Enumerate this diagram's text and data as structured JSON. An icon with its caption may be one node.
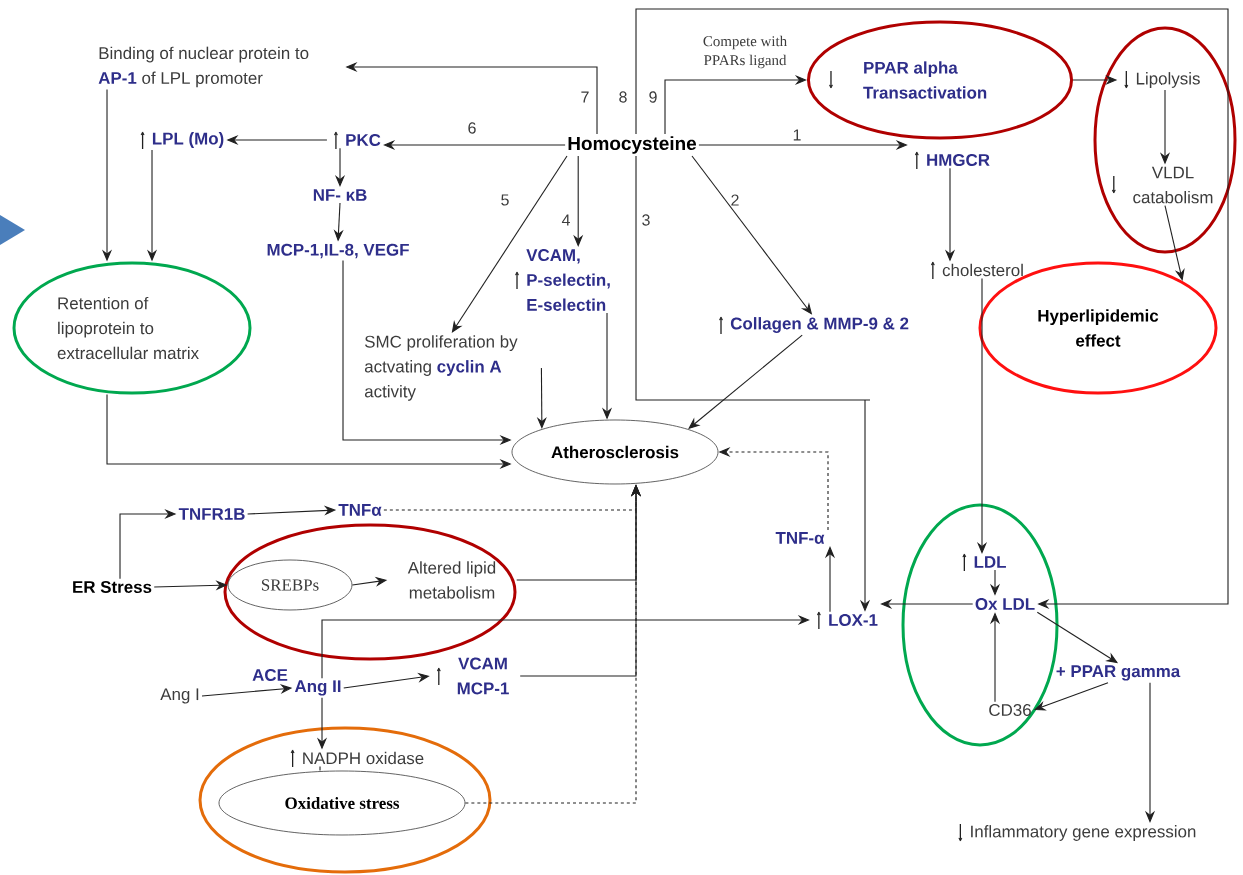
{
  "diagram": {
    "nodes": [
      {
        "text": [
          "Binding of nuclear protein to **AP-1** of LPL promoter"
        ]
      },
      {
        "text": [
          "LPL (Mo)"
        ]
      },
      {
        "text": [
          "PKC"
        ]
      },
      {
        "text": [
          "Homocysteine"
        ]
      },
      {
        "text": [
          "PPAR alpha Transactivation"
        ]
      },
      {
        "text": [],
        "shape": "ellipse"
      },
      {
        "text": [
          "Lipolysis"
        ],
        "in": 5
      },
      {
        "text": [
          "VLDL catabolism"
        ],
        "in": 5
      },
      {
        "text": [
          "HMGCR"
        ]
      },
      {
        "text": [
          "NF- κB"
        ]
      },
      {
        "text": [
          "MCP-1,IL-8, VEGF"
        ]
      },
      {
        "text": [
          "VCAM, P-selectin, E-selectin"
        ]
      },
      {
        "text": [
          "Collagen & MMP-9 & 2"
        ]
      },
      {
        "text": [
          "cholesterol"
        ]
      },
      {
        "text": [
          "Retention of lipoprotein to extracellular matrix"
        ]
      },
      {
        "text": [
          "SMC proliferation by actvating **cyclin A** activity"
        ]
      },
      {
        "text": [
          "Hyperlipidemic effect"
        ]
      },
      {
        "text": [
          "Atherosclerosis"
        ]
      },
      {
        "text": [
          "TNFR1B"
        ]
      },
      {
        "text": [
          "TNFα"
        ]
      },
      {
        "text": [
          "TNF-α"
        ]
      },
      {
        "text": [
          "ER Stress"
        ]
      },
      {
        "text": [],
        "shape": "ellipse"
      },
      {
        "text": [
          "SREBPs"
        ],
        "in": 22
      },
      {
        "text": [
          "Altered lipid metabolism"
        ],
        "in": 22
      },
      {
        "text": [
          "LOX-1"
        ]
      },
      {
        "text": [],
        "shape": "ellipse"
      },
      {
        "text": [
          "LDL"
        ],
        "in": 26
      },
      {
        "text": [
          "Ox LDL"
        ],
        "in": 26
      },
      {
        "text": [
          "CD36"
        ],
        "in": 26
      },
      {
        "text": [
          "+ PPAR gamma"
        ]
      },
      {
        "text": [
          "Ang I"
        ]
      },
      {
        "text": [
          "Ang II"
        ]
      },
      {
        "text": [
          "VCAM MCP-1"
        ]
      },
      {
        "text": [],
        "shape": "ellipse"
      },
      {
        "text": [
          "NADPH oxidase"
        ],
        "in": 34
      },
      {
        "text": [
          "Oxidative stress"
        ],
        "in": 34
      },
      {
        "text": [
          "Inflammatory gene expression"
        ]
      }
    ],
    "edges": [
      {
        "from": 3,
        "to": 0,
        "arrow": "to",
        "label": "7"
      },
      {
        "from": 3,
        "to": 2,
        "arrow": "to",
        "label": "6"
      },
      {
        "from": 2,
        "to": 1,
        "arrow": "to"
      },
      {
        "from": 2,
        "to": 9,
        "arrow": "to"
      },
      {
        "from": 9,
        "to": 10,
        "arrow": "to"
      },
      {
        "from": 3,
        "to": 15,
        "arrow": "to",
        "label": "5"
      },
      {
        "from": 3,
        "to": 11,
        "arrow": "to",
        "label": "4"
      },
      {
        "from": 3,
        "to": 8,
        "arrow": "to",
        "label": "1"
      },
      {
        "from": 3,
        "to": 12,
        "arrow": "to",
        "label": "2"
      },
      {
        "from": 3,
        "to": 25,
        "arrow": "to",
        "label": "3"
      },
      {
        "from": 3,
        "to": 28,
        "arrow": "to",
        "label": "8"
      },
      {
        "from": 3,
        "to": 4,
        "arrow": "to",
        "label": "9"
      },
      {
        "from": 4,
        "to": 6,
        "arrow": "to"
      },
      {
        "from": 6,
        "to": 7,
        "arrow": "to"
      },
      {
        "from": 7,
        "to": 16,
        "arrow": "to"
      },
      {
        "from": 8,
        "to": 13,
        "arrow": "to"
      },
      {
        "from": 13,
        "to": 27,
        "arrow": "to"
      },
      {
        "from": 0,
        "to": 14,
        "arrow": "to"
      },
      {
        "from": 1,
        "to": 14,
        "arrow": "to"
      },
      {
        "from": 10,
        "to": 17,
        "arrow": "to"
      },
      {
        "from": 11,
        "to": 17,
        "arrow": "to"
      },
      {
        "from": 15,
        "to": 17,
        "arrow": "to"
      },
      {
        "from": 12,
        "to": 17,
        "arrow": "to"
      },
      {
        "from": 14,
        "to": 17,
        "arrow": "to"
      },
      {
        "from": 21,
        "to": 18,
        "arrow": "to"
      },
      {
        "from": 18,
        "to": 19,
        "arrow": "to"
      },
      {
        "from": 21,
        "to": 23,
        "arrow": "to"
      },
      {
        "from": 23,
        "to": 24,
        "arrow": "to"
      },
      {
        "from": 19,
        "to": 17,
        "arrow": "to",
        "style": "dashed"
      },
      {
        "from": 24,
        "to": 17,
        "arrow": "to"
      },
      {
        "from": 33,
        "to": 17,
        "arrow": "to"
      },
      {
        "from": 36,
        "to": 17,
        "arrow": "to",
        "style": "dashed"
      },
      {
        "from": 20,
        "to": 17,
        "arrow": "to",
        "style": "dashed"
      },
      {
        "from": 25,
        "to": 20,
        "arrow": "to"
      },
      {
        "from": 32,
        "to": 25,
        "arrow": "to"
      },
      {
        "from": 31,
        "to": 32,
        "arrow": "to",
        "label": "ACE"
      },
      {
        "from": 32,
        "to": 33,
        "arrow": "to"
      },
      {
        "from": 32,
        "to": 35,
        "arrow": "to"
      },
      {
        "from": 35,
        "to": 36,
        "arrow": "none"
      },
      {
        "from": 27,
        "to": 28,
        "arrow": "to"
      },
      {
        "from": 28,
        "to": 25,
        "arrow": "to"
      },
      {
        "from": 29,
        "to": 28,
        "arrow": "to"
      },
      {
        "from": 28,
        "to": 30,
        "arrow": "to"
      },
      {
        "from": 30,
        "to": 29,
        "arrow": "to"
      },
      {
        "from": 30,
        "to": 37,
        "arrow": "to"
      }
    ],
    "labels": [
      "Compete with PPARs ligand"
    ]
  }
}
